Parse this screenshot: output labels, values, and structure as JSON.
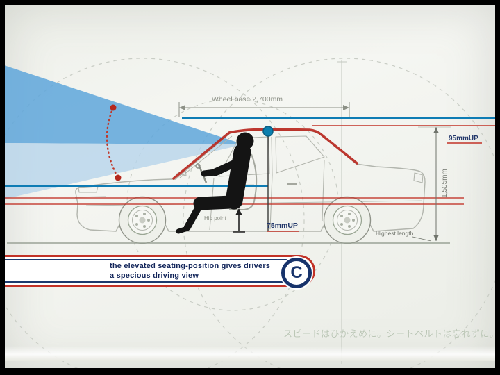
{
  "annotations": {
    "wheel_base": "Wheel base 2,700mm",
    "roof_up": "95mmUP",
    "hip_up": "75mmUP",
    "overall_height": "1,505mm",
    "hip_point": "Hip point",
    "highest_length": "Highest length"
  },
  "banner": {
    "line1": "the elevated seating-position gives drivers",
    "line2": "a specious driving view",
    "badge": "C"
  },
  "caption": {
    "japanese": "スピードはひかえめに。シートベルトは忘れずに。"
  },
  "colors": {
    "accent_red": "#c23227",
    "accent_blue": "#0e7cb4",
    "navy": "#17336b",
    "cone_dark": "#5ea6da",
    "cone_light": "#b7d4eb"
  }
}
